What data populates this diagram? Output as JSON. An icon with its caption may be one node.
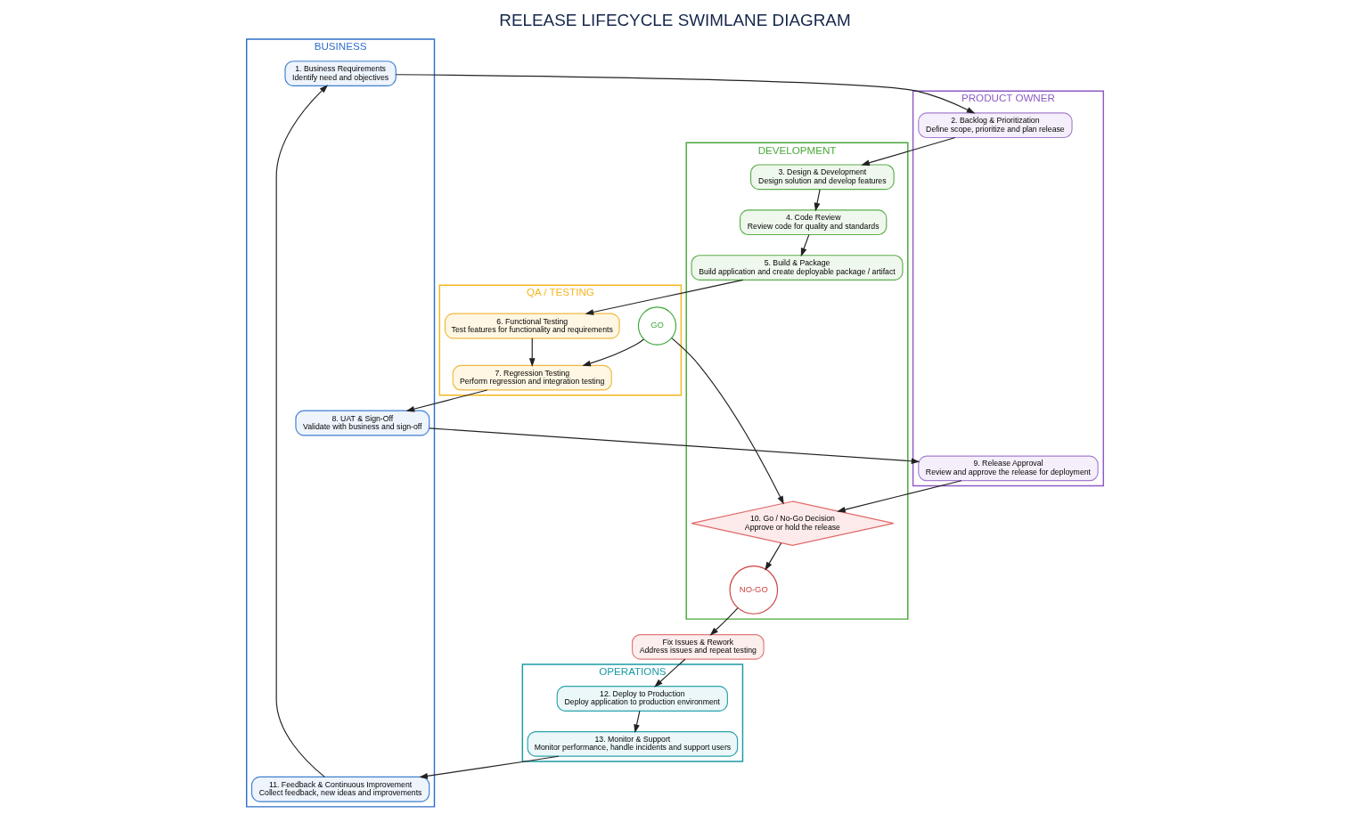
{
  "diagram": {
    "title": "RELEASE LIFECYCLE SWIMLANE DIAGRAM",
    "nodes": [
      {
        "text": [
          "BUSINESS"
        ]
      },
      {
        "text": [
          "PRODUCT OWNER"
        ]
      },
      {
        "text": [
          "DEVELOPMENT"
        ]
      },
      {
        "text": [
          "QA / TESTING"
        ]
      },
      {
        "text": [
          "OPERATIONS"
        ]
      },
      {
        "text": [
          "1. Business Requirements",
          "Identify need and objectives"
        ],
        "in": 0
      },
      {
        "text": [
          "2. Backlog & Prioritization",
          "Define scope, prioritize and plan release"
        ],
        "in": 1
      },
      {
        "text": [
          "3. Design & Development",
          "Design solution and develop features"
        ],
        "in": 2
      },
      {
        "text": [
          "4. Code Review",
          "Review code for quality and standards"
        ],
        "in": 2
      },
      {
        "text": [
          "5. Build & Package",
          "Build application and create deployable package / artifact"
        ],
        "in": 2
      },
      {
        "text": [
          "6. Functional Testing",
          "Test features for functionality and requirements"
        ],
        "in": 3
      },
      {
        "text": [
          "7. Regression Testing",
          "Perform regression and integration testing"
        ],
        "in": 3
      },
      {
        "text": [
          "8. UAT & Sign-Off",
          "Validate with business and sign-off"
        ],
        "in": 0
      },
      {
        "text": [
          "9. Release Approval",
          "Review and approve the release for deployment"
        ],
        "in": 1
      },
      {
        "text": [
          "10. Go / No-Go Decision",
          "Approve or hold the release"
        ],
        "in": 2
      },
      {
        "text": [
          "GO"
        ],
        "in": 3
      },
      {
        "text": [
          "12. Deploy to Production",
          "Deploy application to production environment"
        ],
        "in": 4
      },
      {
        "text": [
          "11. Feedback & Continuous Improvement",
          "Collect feedback, new ideas and improvements"
        ],
        "in": 0
      },
      {
        "text": [
          "NO-GO"
        ],
        "in": 2
      },
      {
        "text": [
          "Fix Issues & Rework",
          "Address issues and repeat testing"
        ]
      },
      {
        "text": [
          "13. Monitor & Support",
          "Monitor performance, handle incidents and support users"
        ],
        "in": 4
      }
    ],
    "edges": [
      {
        "from": 5,
        "to": 6,
        "arrow": "to"
      },
      {
        "from": 6,
        "to": 7,
        "arrow": "to"
      },
      {
        "from": 7,
        "to": 8,
        "arrow": "to"
      },
      {
        "from": 8,
        "to": 9,
        "arrow": "to"
      },
      {
        "from": 9,
        "to": 10,
        "arrow": "to"
      },
      {
        "from": 10,
        "to": 11,
        "arrow": "to"
      },
      {
        "from": 11,
        "to": 12,
        "arrow": "to"
      },
      {
        "from": 12,
        "to": 13,
        "arrow": "to"
      },
      {
        "from": 13,
        "to": 14,
        "arrow": "to"
      },
      {
        "from": 15,
        "to": 14,
        "arrow": "to"
      },
      {
        "from": 15,
        "to": 11,
        "arrow": "to"
      },
      {
        "from": 14,
        "to": 18,
        "arrow": "to"
      },
      {
        "from": 18,
        "to": 19,
        "arrow": "to"
      },
      {
        "from": 19,
        "to": 16,
        "arrow": "to"
      },
      {
        "from": 16,
        "to": 20,
        "arrow": "to"
      },
      {
        "from": 20,
        "to": 17,
        "arrow": "to"
      },
      {
        "from": 17,
        "to": 5,
        "arrow": "to"
      }
    ]
  }
}
